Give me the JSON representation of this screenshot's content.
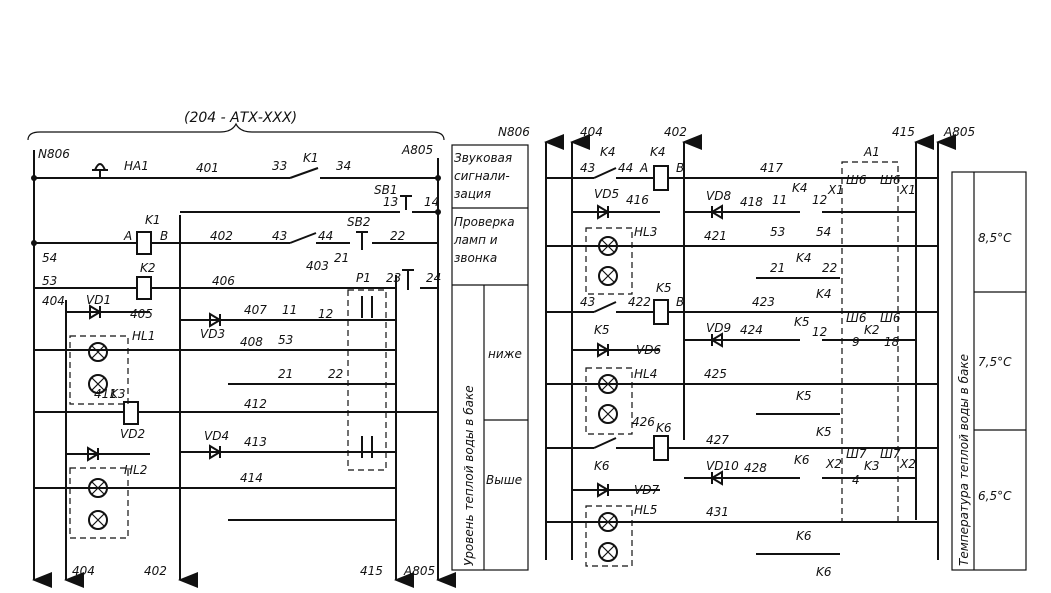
{
  "title": "(204 - АТХ-ХХХ)",
  "labels": {
    "n806_left": "N806",
    "a805_left": "A805",
    "ha1": "HA1",
    "w401": "401",
    "k1_top": "K1",
    "n33": "33",
    "n34": "34",
    "sb1": "SB1",
    "n13": "13",
    "n14": "14",
    "k1_coil": "K1",
    "a": "A",
    "b": "B",
    "w402": "402",
    "n43": "43",
    "n44": "44",
    "sb2": "SB2",
    "n21": "21",
    "n22": "22",
    "w403": "403",
    "n54": "54",
    "n53": "53",
    "k2": "K2",
    "w404": "404",
    "vd1": "VD1",
    "w405": "405",
    "w406": "406",
    "p1": "P1",
    "n23": "23",
    "n24": "24",
    "w407": "407",
    "n11": "11",
    "n12": "12",
    "vd3": "VD3",
    "w408": "408",
    "hl1": "HL1",
    "w411": "411",
    "k3": "K3",
    "vd2": "VD2",
    "w412": "412",
    "vd4": "VD4",
    "w413": "413",
    "hl2": "HL2",
    "w414": "414",
    "bottom_404": "404",
    "bottom_402": "402",
    "bottom_415": "415",
    "bottom_a805": "A805",
    "n806_right": "N806",
    "r404": "404",
    "r402": "402",
    "r415": "415",
    "ra805": "A805",
    "k4": "K4",
    "vd5": "VD5",
    "w416": "416",
    "w417": "417",
    "a1": "A1",
    "vd8": "VD8",
    "w418": "418",
    "x1": "X1",
    "sh6": "Ш6",
    "hl3": "HL3",
    "w421": "421",
    "k5": "K5",
    "w422": "422",
    "w423": "423",
    "vd9": "VD9",
    "w424": "424",
    "vd6": "VD6",
    "n9": "9",
    "n18": "18",
    "hl4": "HL4",
    "w425": "425",
    "w426": "426",
    "k6": "K6",
    "w427": "427",
    "vd10": "VD10",
    "w428": "428",
    "x2": "X2",
    "sh7": "Ш7",
    "n4": "4",
    "vd7": "VD7",
    "hl5": "HL5",
    "w431": "431"
  },
  "table_left": {
    "row1": [
      "Звуковая",
      "сигнали-",
      "зация"
    ],
    "row2": [
      "Проверка",
      "ламп и",
      "звонка"
    ],
    "side": "Уровень теплой воды в баке",
    "lower": "ниже",
    "upper": "Выше"
  },
  "table_right": {
    "side": "Температура теплой воды в баке",
    "t1": "8,5°С",
    "t2": "7,5°С",
    "t3": "6,5°С"
  }
}
